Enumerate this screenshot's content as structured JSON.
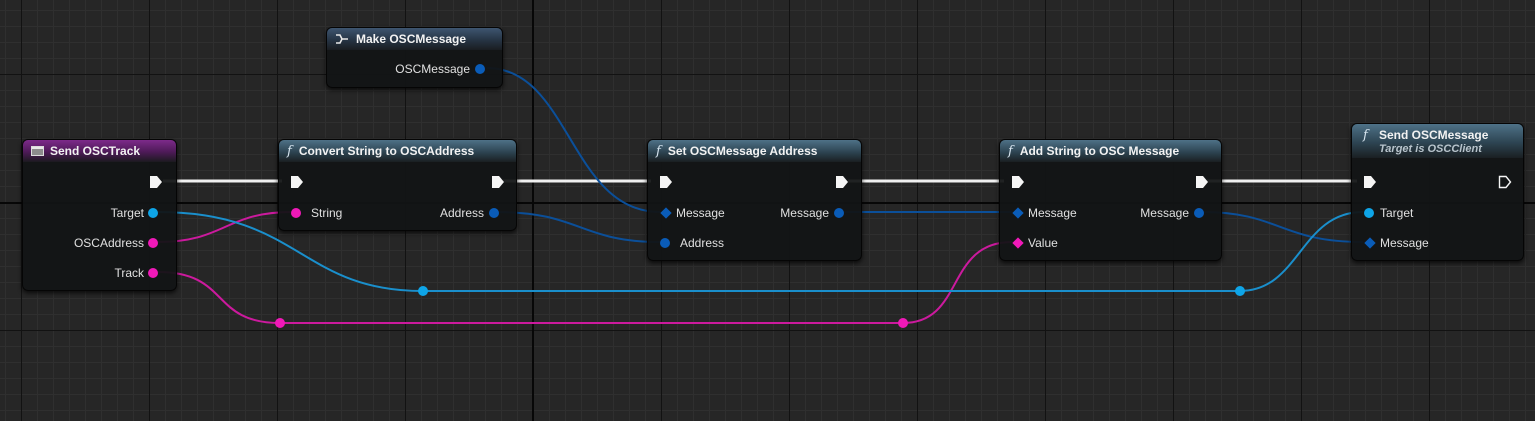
{
  "nodes": {
    "send_osctrack": {
      "title": "Send OSCTrack",
      "pins": {
        "target": "Target",
        "oscaddress": "OSCAddress",
        "track": "Track"
      }
    },
    "make_oscmessage": {
      "title": "Make OSCMessage",
      "pins": {
        "oscmessage": "OSCMessage"
      }
    },
    "convert_string": {
      "title": "Convert String to OSCAddress",
      "pins": {
        "string": "String",
        "address": "Address"
      }
    },
    "set_address": {
      "title": "Set OSCMessage Address",
      "pins": {
        "message_in": "Message",
        "message_out": "Message",
        "address": "Address"
      }
    },
    "add_string": {
      "title": "Add String to OSC Message",
      "pins": {
        "message_in": "Message",
        "message_out": "Message",
        "value": "Value"
      }
    },
    "send_oscmessage": {
      "title": "Send OSCMessage",
      "subtitle": "Target is OSCClient",
      "pins": {
        "target": "Target",
        "message": "Message"
      }
    }
  },
  "icons": {
    "function": "f",
    "event": "event-icon",
    "make": "make-struct-icon",
    "exec": "exec-arrow"
  },
  "colors": {
    "exec_wire": "#f0f0f0",
    "object_pin": "#0ea5e8",
    "struct_pin": "#0a5cb8",
    "string_pin": "#f019b8",
    "struct_wire": "#0b4f99",
    "string_wire": "#cc1a9e",
    "object_wire": "#1a8fcc"
  }
}
